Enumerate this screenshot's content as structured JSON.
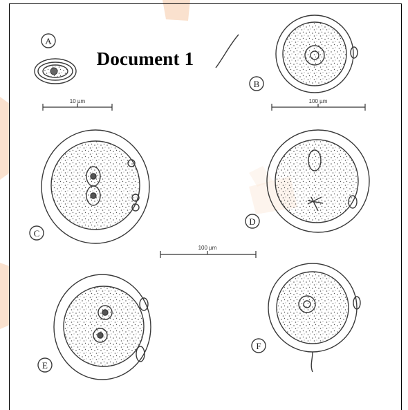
{
  "document": {
    "title": "Document 1"
  },
  "panels": [
    {
      "letter": "A"
    },
    {
      "letter": "B"
    },
    {
      "letter": "C"
    },
    {
      "letter": "D"
    },
    {
      "letter": "E"
    },
    {
      "letter": "F"
    }
  ],
  "scale_bars": [
    {
      "label": "10 µm"
    },
    {
      "label": "100 µm"
    },
    {
      "label": "100 µm"
    }
  ],
  "colors": {
    "ink": "#3a3a3a",
    "watermark": "#f6c9a6",
    "frame": "#000000"
  }
}
